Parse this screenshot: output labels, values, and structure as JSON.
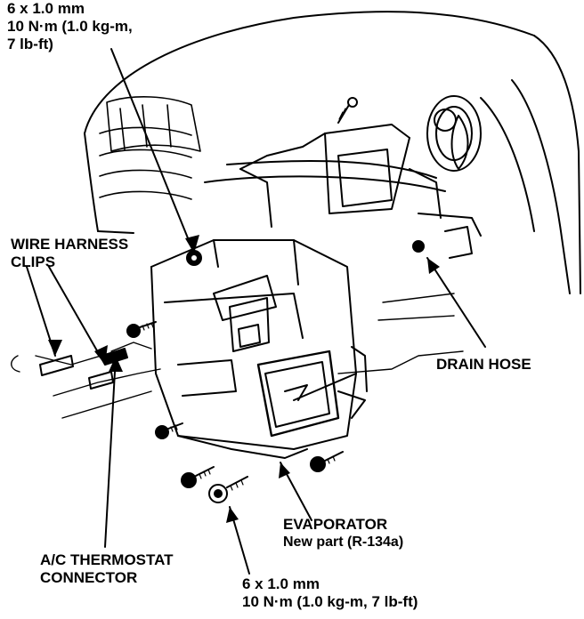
{
  "colors": {
    "ink": "#000000",
    "paper": "#ffffff"
  },
  "labels": {
    "top_torque": {
      "line1": "6 x 1.0 mm",
      "line2": "10 N·m (1.0 kg-m,",
      "line3": "7 lb-ft)"
    },
    "wire_harness": {
      "line1": "WIRE HARNESS",
      "line2": "CLIPS"
    },
    "drain_hose": "DRAIN HOSE",
    "evaporator": {
      "line1": "EVAPORATOR",
      "line2": "New part (R-134a)"
    },
    "thermostat": {
      "line1": "A/C THERMOSTAT",
      "line2": "CONNECTOR"
    },
    "bottom_torque": {
      "line1": "6 x 1.0 mm",
      "line2": "10 N·m (1.0 kg-m, 7 lb-ft)"
    }
  }
}
